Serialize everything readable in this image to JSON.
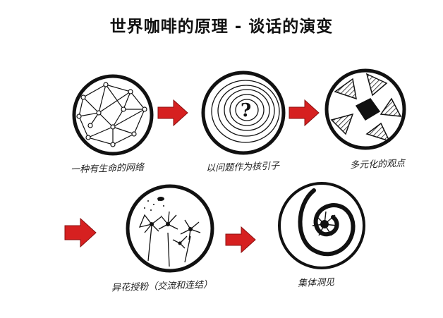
{
  "title": "世界咖啡的原理 - 谈话的演变",
  "steps": [
    {
      "icon": "network-icon",
      "caption": "一种有生命的网络"
    },
    {
      "icon": "question-rings-icon",
      "caption": "以问题作为核引子"
    },
    {
      "icon": "shattered-arrows-icon",
      "caption": "多元化的观点"
    },
    {
      "icon": "pollinating-flowers-icon",
      "caption": "异花授粉（交流和连结）"
    },
    {
      "icon": "spiral-insight-icon",
      "caption": "集体洞见"
    }
  ],
  "colors": {
    "arrow": "#d62020",
    "ink": "#111111"
  }
}
